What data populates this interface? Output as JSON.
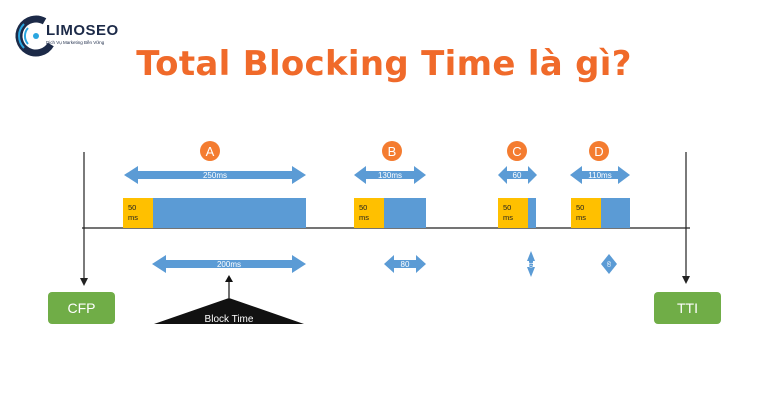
{
  "brand": {
    "name": "LIMOSEO",
    "tagline": "Dịch Vụ Marketing Bền Vững"
  },
  "title": "Total Blocking Time là gì?",
  "diagram": {
    "start_label": "CFP",
    "end_label": "TTI",
    "block_time_label": "Block Time",
    "colors": {
      "task": "#5b9bd5",
      "blocking_part": "#ffc000",
      "badge": "#f47c30",
      "milestone": "#70ad47"
    },
    "tasks": [
      {
        "id": "A",
        "duration": "250ms",
        "first_part": "50\nms",
        "blocking": "200ms"
      },
      {
        "id": "B",
        "duration": "130ms",
        "first_part": "50\nms",
        "blocking": "80"
      },
      {
        "id": "C",
        "duration": "60",
        "first_part": "50\nms",
        "blocking": "10"
      },
      {
        "id": "D",
        "duration": "110ms",
        "first_part": "50\nms",
        "blocking": "60"
      }
    ]
  }
}
